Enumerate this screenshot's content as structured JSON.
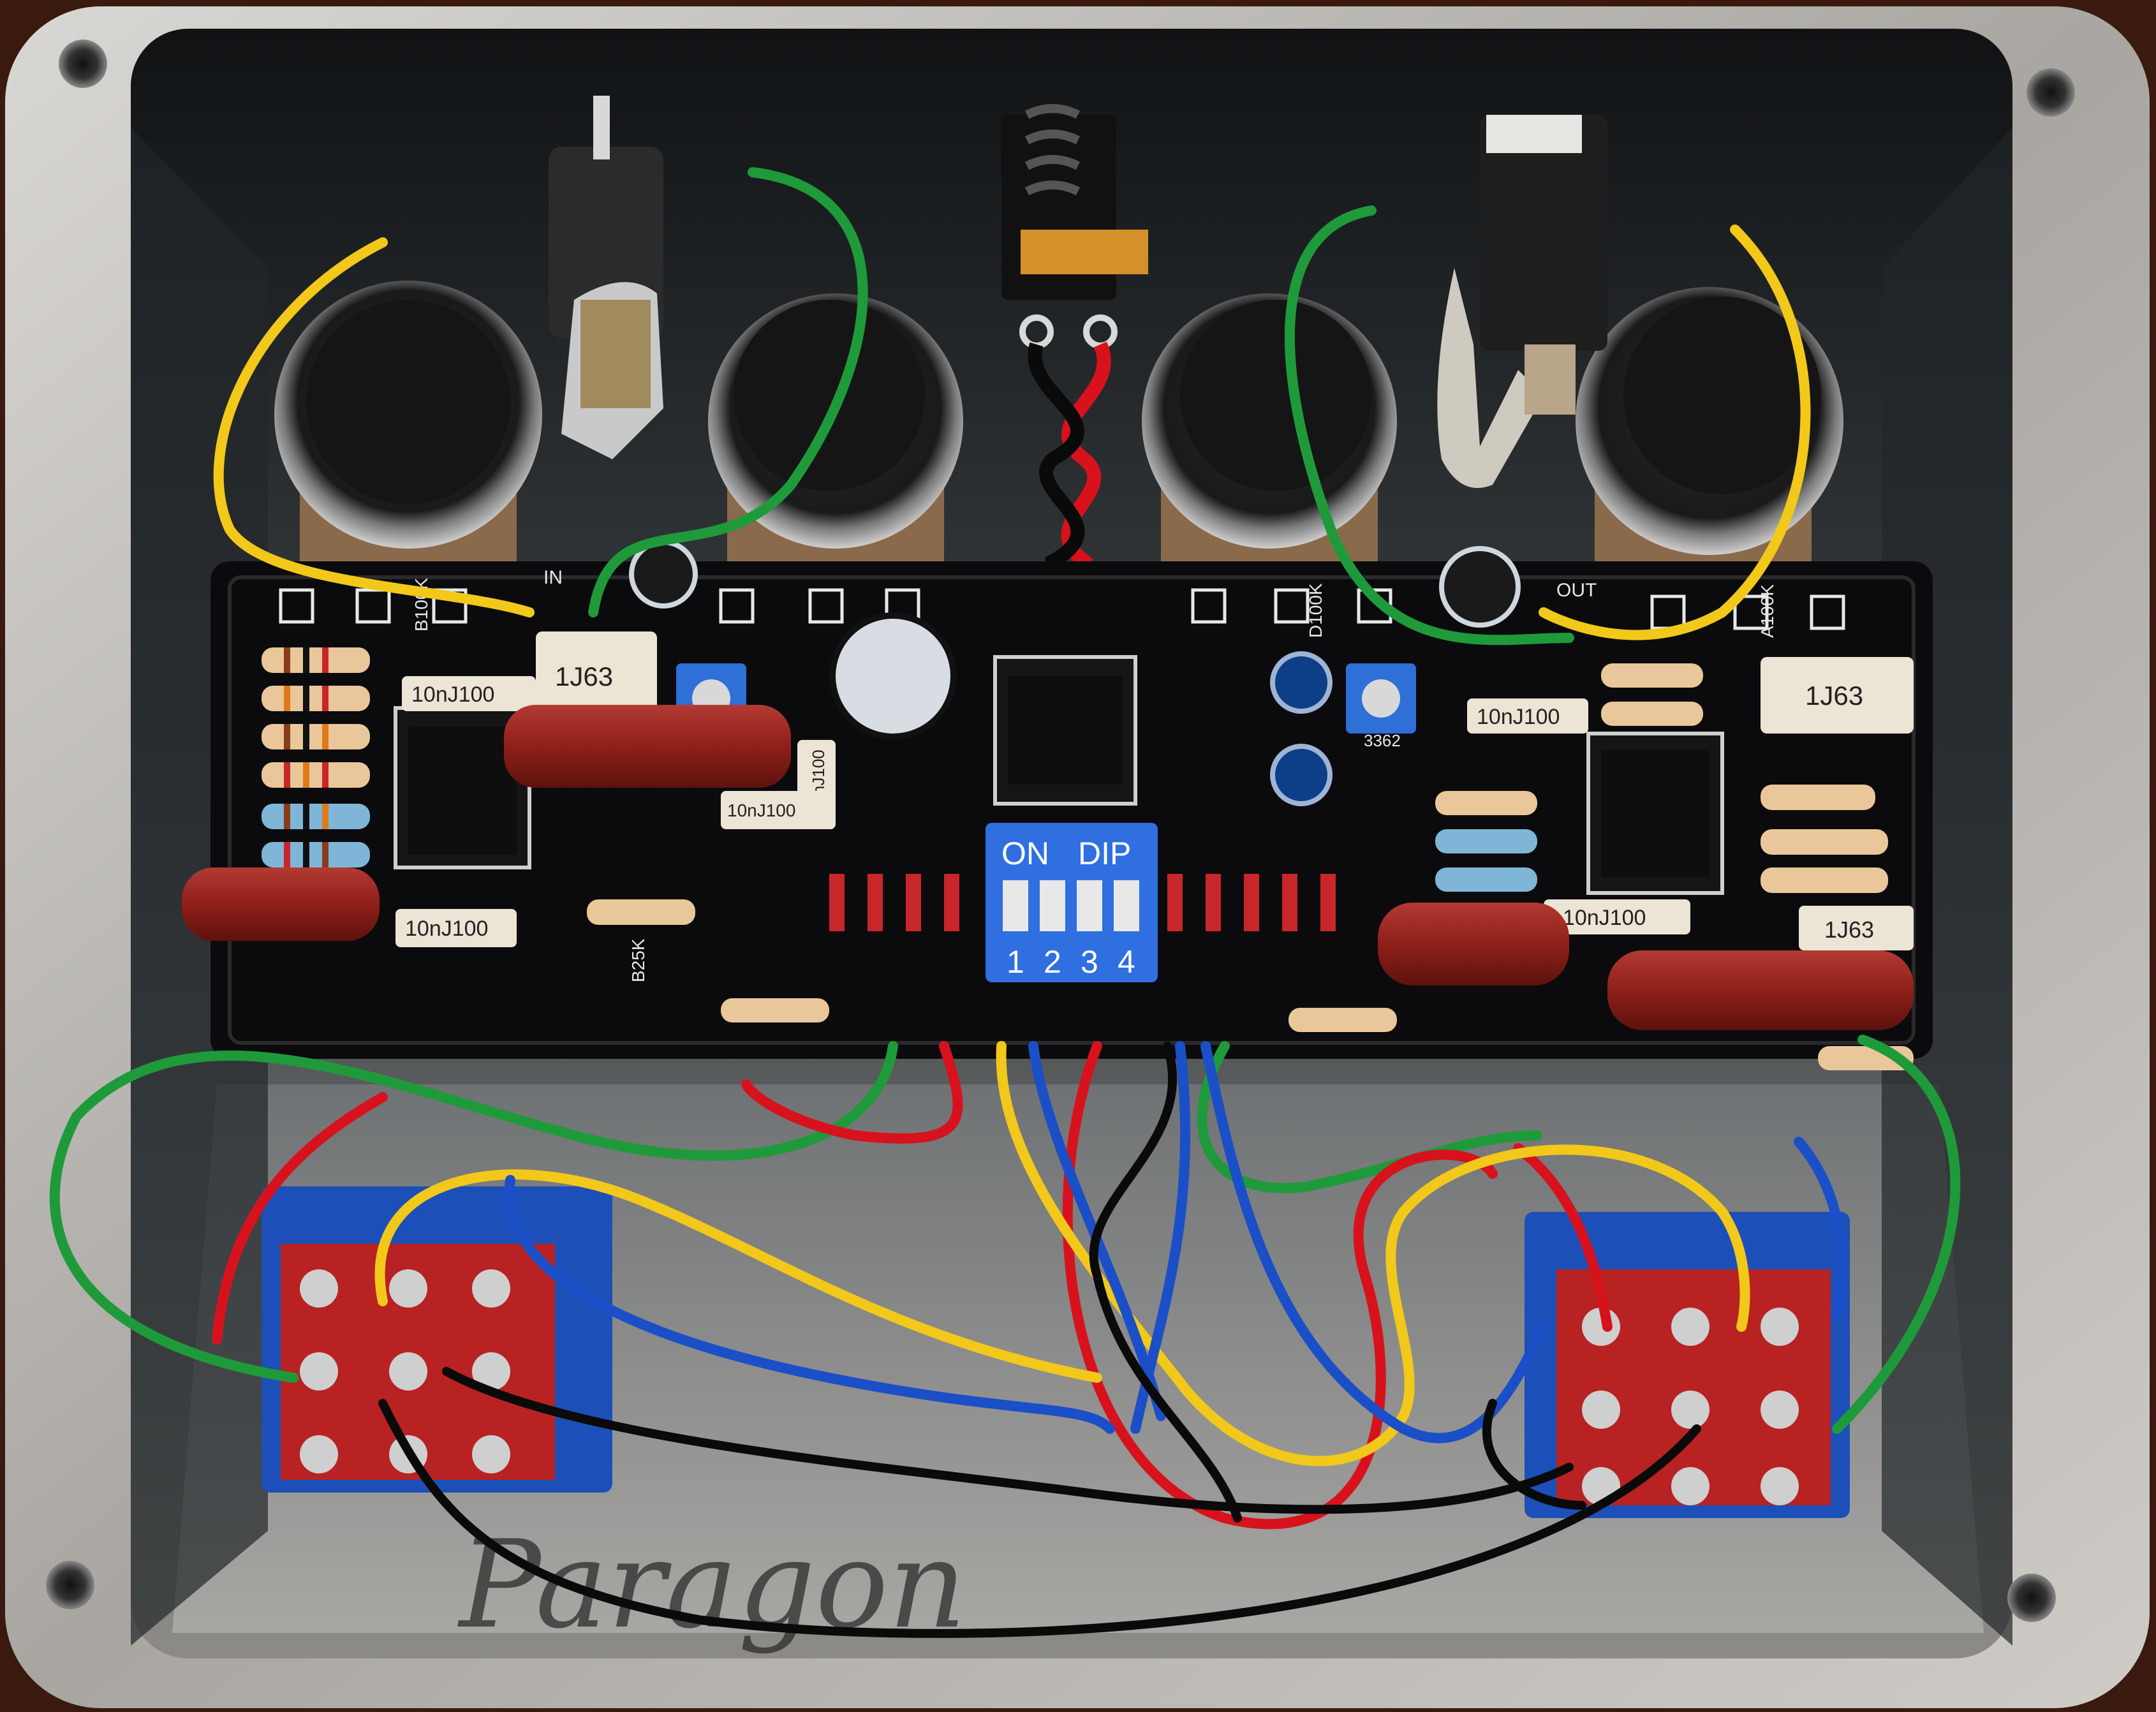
{
  "pcb_labels": {
    "in": "IN",
    "out": "OUT",
    "pot_b100k": "B100K",
    "pot_a100k": "A100K",
    "pot_d100k": "D100K",
    "pot_b25k": "B25K",
    "trimmer": "3362"
  },
  "capacitors": {
    "box_top_left": "1J63",
    "box_top_right": "1J63",
    "box_bottom_right": "1J63",
    "film_1": "10nJ100",
    "film_2": "10nJ100",
    "film_3": "10nJ100",
    "film_4": "10nJ100",
    "film_5": "10nJ100",
    "film_6": "10nJ100"
  },
  "dip_switch": {
    "on_label": "ON",
    "dip_label": "DIP",
    "positions": [
      "1",
      "2",
      "3",
      "4"
    ]
  },
  "engraving": "Paragon",
  "colors": {
    "enclosure": "#b9b7b4",
    "pcb": "#0b0b0d",
    "dip_body": "#2f6fe0",
    "toggle_body": "#1c4fb8",
    "wire_red": "#d8121c",
    "wire_yellow": "#f2c81a",
    "wire_blue": "#1b4fc8",
    "wire_green": "#1f9a3a",
    "wire_black": "#0a0a0a",
    "film_cap": "#8f1f19"
  }
}
